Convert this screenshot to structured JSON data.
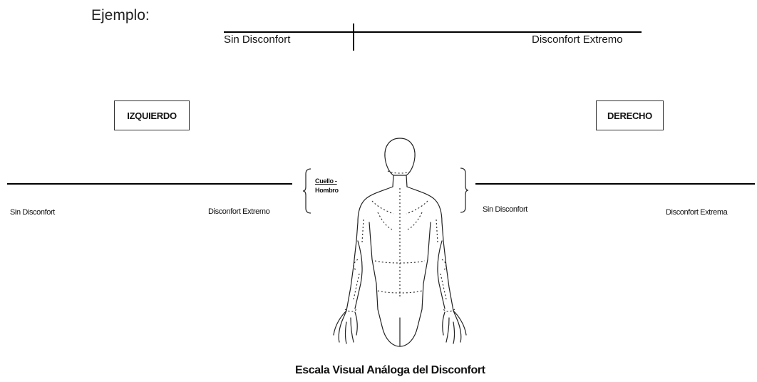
{
  "example": {
    "heading": "Ejemplo:",
    "scale_start": "Sin Disconfort",
    "scale_end": "Disconfort Extremo"
  },
  "left_side": {
    "label": "IZQUIERDO",
    "scale_start": "Sin  Disconfort",
    "scale_end": "Disconfort Extremo"
  },
  "right_side": {
    "label": "DERECHO",
    "scale_start": "Sin  Disconfort",
    "scale_end": "Disconfort Extrema"
  },
  "region": {
    "line1": "Cuello -",
    "line2": "Hombro"
  },
  "caption": "Escala Visual Análoga del Disconfort",
  "colors": {
    "ink": "#000000",
    "background": "#ffffff"
  }
}
